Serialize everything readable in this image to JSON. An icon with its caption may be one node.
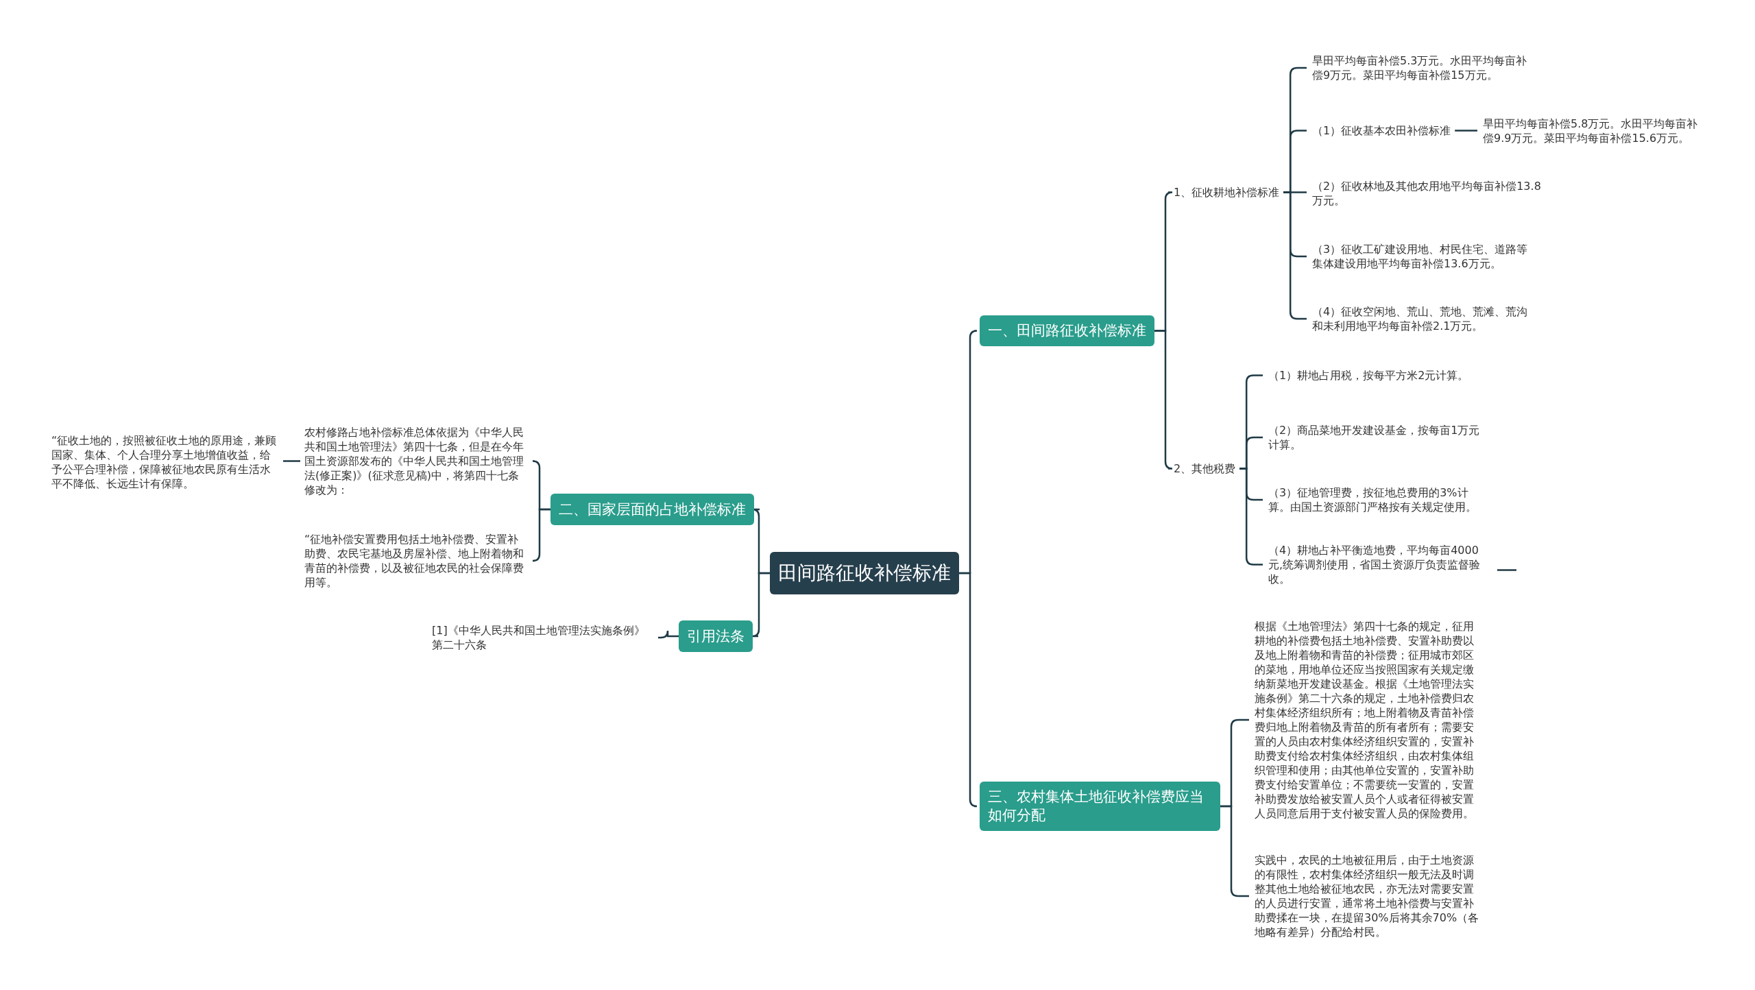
{
  "diagram": {
    "nodes": [
      {
        "text": [
          "田间路征收补偿标准"
        ]
      },
      {
        "text": [
          "一、田间路征收补偿标准"
        ]
      },
      {
        "text": [
          "1、征收耕地补偿标准"
        ]
      },
      {
        "text": [
          "旱田平均每亩补偿5.3万元。水田平均每亩补偿9万元。菜田平均每亩补偿15万元。"
        ]
      },
      {
        "text": [
          "（1）征收基本农田补偿标准"
        ]
      },
      {
        "text": [
          "旱田平均每亩补偿5.8万元。水田平均每亩补偿9.9万元。菜田平均每亩补偿15.6万元。"
        ]
      },
      {
        "text": [
          "（2）征收林地及其他农用地平均每亩补偿13.8万元。"
        ]
      },
      {
        "text": [
          "（3）征收工矿建设用地、村民住宅、道路等集体建设用地平均每亩补偿13.6万元。"
        ]
      },
      {
        "text": [
          "（4）征收空闲地、荒山、荒地、荒滩、荒沟和未利用地平均每亩补偿2.1万元。"
        ]
      },
      {
        "text": [
          "2、其他税费"
        ]
      },
      {
        "text": [
          "（1）耕地占用税，按每平方米2元计算。"
        ]
      },
      {
        "text": [
          "（2）商品菜地开发建设基金，按每亩1万元计算。"
        ]
      },
      {
        "text": [
          "（3）征地管理费，按征地总费用的3%计算。由国土资源部门严格按有关规定使用。"
        ]
      },
      {
        "text": [
          "（4）耕地占补平衡造地费，平均每亩4000元,统筹调剂使用，省国土资源厅负责监督验收。"
        ]
      },
      {
        "text": [
          "三、农村集体土地征收补偿费应当如何分配"
        ]
      },
      {
        "text": [
          "根据《土地管理法》第四十七条的规定，征用耕地的补偿费包括土地补偿费、安置补助费以及地上附着物和青苗的补偿费；征用城市郊区的菜地，用地单位还应当按照国家有关规定缴纳新菜地开发建设基金。根据《土地管理法实施条例》第二十六条的规定，土地补偿费归农村集体经济组织所有；地上附着物及青苗补偿费归地上附着物及青苗的所有者所有；需要安置的人员由农村集体经济组织安置的，安置补助费支付给农村集体经济组织，由农村集体组织管理和使用；由其他单位安置的，安置补助费支付给安置单位；不需要统一安置的，安置补助费发放给被安置人员个人或者征得被安置人员同意后用于支付被安置人员的保险费用。"
        ]
      },
      {
        "text": [
          "实践中，农民的土地被征用后，由于土地资源的有限性，农村集体经济组织一般无法及时调整其他土地给被征地农民，亦无法对需要安置的人员进行安置，通常将土地补偿费与安置补助费揉在一块，在提留30%后将其余70%（各地略有差异）分配给村民。"
        ]
      },
      {
        "text": [
          "二、国家层面的占地补偿标准"
        ]
      },
      {
        "text": [
          "农村修路占地补偿标准总体依据为《中华人民共和国土地管理法》第四十七条，但是在今年国土资源部发布的《中华人民共和国土地管理法(修正案)》(征求意见稿)中，将第四十七条修改为："
        ]
      },
      {
        "text": [
          "“征收土地的，按照被征收土地的原用途，兼顾国家、集体、个人合理分享土地增值收益，给予公平合理补偿，保障被征地农民原有生活水平不降低、长远生计有保障。"
        ]
      },
      {
        "text": [
          "“征地补偿安置费用包括土地补偿费、安置补助费、农民宅基地及房屋补偿、地上附着物和青苗的补偿费，以及被征地农民的社会保障费用等。"
        ]
      },
      {
        "text": [
          "引用法条"
        ]
      },
      {
        "text": [
          "[1]《中华人民共和国土地管理法实施条例》第二十六条"
        ]
      }
    ],
    "edges": [
      {
        "from": 0,
        "to": 1,
        "arrow": "none"
      },
      {
        "from": 1,
        "to": 2,
        "arrow": "none"
      },
      {
        "from": 2,
        "to": 3,
        "arrow": "none"
      },
      {
        "from": 2,
        "to": 4,
        "arrow": "none"
      },
      {
        "from": 4,
        "to": 5,
        "arrow": "none"
      },
      {
        "from": 2,
        "to": 6,
        "arrow": "none"
      },
      {
        "from": 2,
        "to": 7,
        "arrow": "none"
      },
      {
        "from": 2,
        "to": 8,
        "arrow": "none"
      },
      {
        "from": 1,
        "to": 9,
        "arrow": "none"
      },
      {
        "from": 9,
        "to": 10,
        "arrow": "none"
      },
      {
        "from": 9,
        "to": 11,
        "arrow": "none"
      },
      {
        "from": 9,
        "to": 12,
        "arrow": "none"
      },
      {
        "from": 9,
        "to": 13,
        "arrow": "none"
      },
      {
        "from": 13,
        "to": null,
        "arrow": "none"
      },
      {
        "from": 0,
        "to": 14,
        "arrow": "none"
      },
      {
        "from": 14,
        "to": 15,
        "arrow": "none"
      },
      {
        "from": 14,
        "to": 16,
        "arrow": "none"
      },
      {
        "from": 0,
        "to": 17,
        "arrow": "none"
      },
      {
        "from": 17,
        "to": 18,
        "arrow": "none"
      },
      {
        "from": 18,
        "to": 19,
        "arrow": "none"
      },
      {
        "from": 17,
        "to": 20,
        "arrow": "none"
      },
      {
        "from": 0,
        "to": 21,
        "arrow": "none"
      },
      {
        "from": 21,
        "to": 22,
        "arrow": "none"
      }
    ]
  }
}
